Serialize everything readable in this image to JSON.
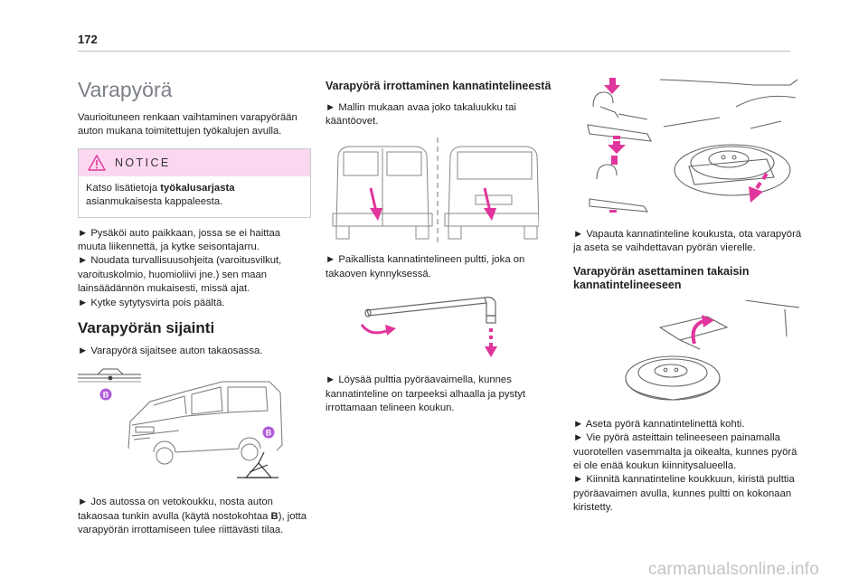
{
  "page_number": "172",
  "col1": {
    "title": "Varapyörä",
    "intro": "Vaurioituneen renkaan vaihtaminen varapyörään auton mukana toimitettujen työkalujen avulla.",
    "notice": {
      "title": "NOTICE",
      "text_before": "Katso lisätietoja ",
      "text_bold": "työkalusarjasta",
      "text_after": " asianmukaisesta kappaleesta."
    },
    "steps": [
      "► Pysäköi auto paikkaan, jossa se ei haittaa muuta liikennettä, ja kytke seisontajarru.",
      "► Noudata turvallisuusohjeita (varoitusvilkut, varoituskolmio, huomioliivi jne.) sen maan lainsäädännön mukaisesti, missä ajat.",
      "► Kytke sytytysvirta pois päältä."
    ],
    "location_heading": "Varapyörän sijainti",
    "location_text": "► Varapyörä sijaitsee auton takaosassa.",
    "marker_label": "B",
    "figure_text_before": "► Jos autossa on vetokoukku, nosta auton takaosaa tunkin avulla (käytä nostokohtaa ",
    "figure_text_bold": "B",
    "figure_text_after": "), jotta varapyörän irrottamiseen tulee riittävästi tilaa."
  },
  "col2": {
    "heading": "Varapyörä irrottaminen kannatintelineestä",
    "step1": "► Mallin mukaan avaa joko takaluukku tai kääntöovet.",
    "step2": "► Paikallista kannatintelineen pultti, joka on takaoven kynnyksessä.",
    "step3": "► Löysää pulttia pyöräavaimella, kunnes kannatinteline on tarpeeksi alhaalla ja pystyt irrottamaan telineen koukun."
  },
  "col3": {
    "step1": "► Vapauta kannatinteline koukusta, ota varapyörä ja aseta se vaihdettavan pyörän vierelle.",
    "heading": "Varapyörän asettaminen takaisin kannatintelineeseen",
    "steps": [
      "► Aseta pyörä kannatintelinettä kohti.",
      "► Vie pyörä asteittain telineeseen painamalla vuorotellen vasemmalta ja oikealta, kunnes pyörä ei ole enää koukun kiinnitysalueella.",
      "► Kiinnitä kannatinteline koukkuun, kiristä pulttia pyöräavaimen avulla, kunnes pultti on kokonaan kiristetty."
    ]
  },
  "watermark": "carmanualsonline.info",
  "colors": {
    "accent": "#e0359c",
    "notice_bg": "#fbd7f0",
    "title_grey": "#7b7f86",
    "marker": "#b05ad9"
  }
}
